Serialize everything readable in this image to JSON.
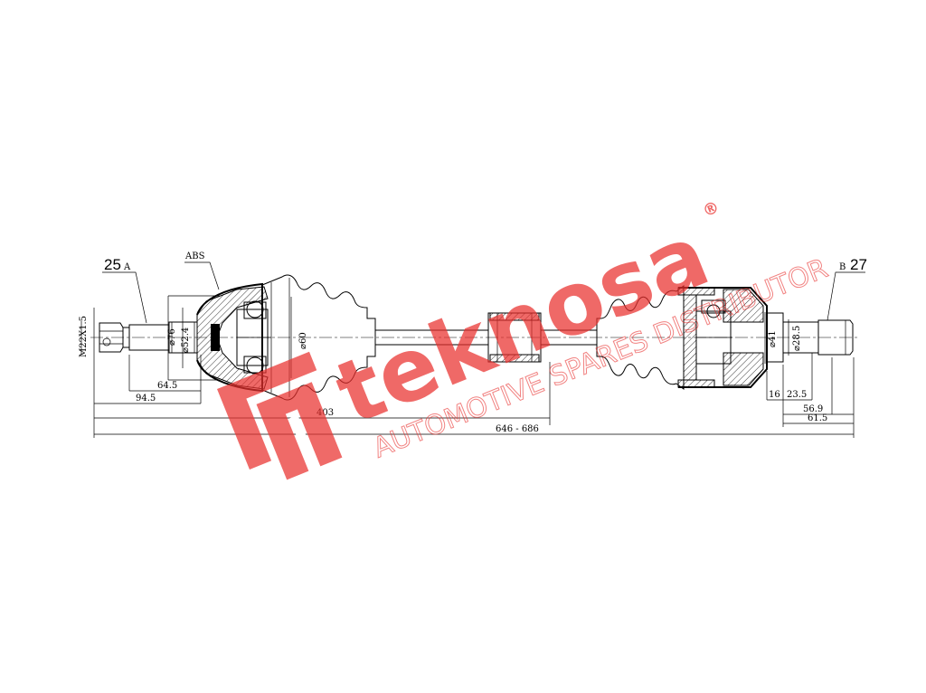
{
  "callouts": {
    "left_number": "25",
    "left_letter": "A",
    "right_number": "27",
    "right_letter": "B",
    "abs_label": "ABS"
  },
  "dimensions": {
    "thread": "M22X1.5",
    "dia_76": "⌀76",
    "dia_52_4": "⌀52.4",
    "dia_60": "⌀60",
    "dia_41": "⌀41",
    "dia_28_5": "⌀28.5",
    "len_64_5": "64.5",
    "len_94_5": "94.5",
    "len_403": "403",
    "len_total": "646 - 686",
    "len_16": "16",
    "len_23_5": "23.5",
    "len_56_9": "56.9",
    "len_61_5": "61.5"
  },
  "watermark": {
    "brand": "teknosa",
    "tagline": "AUTOMOTIVE SPARES DISTRIBUTOR",
    "registered": "®",
    "color": "#e9302e"
  }
}
